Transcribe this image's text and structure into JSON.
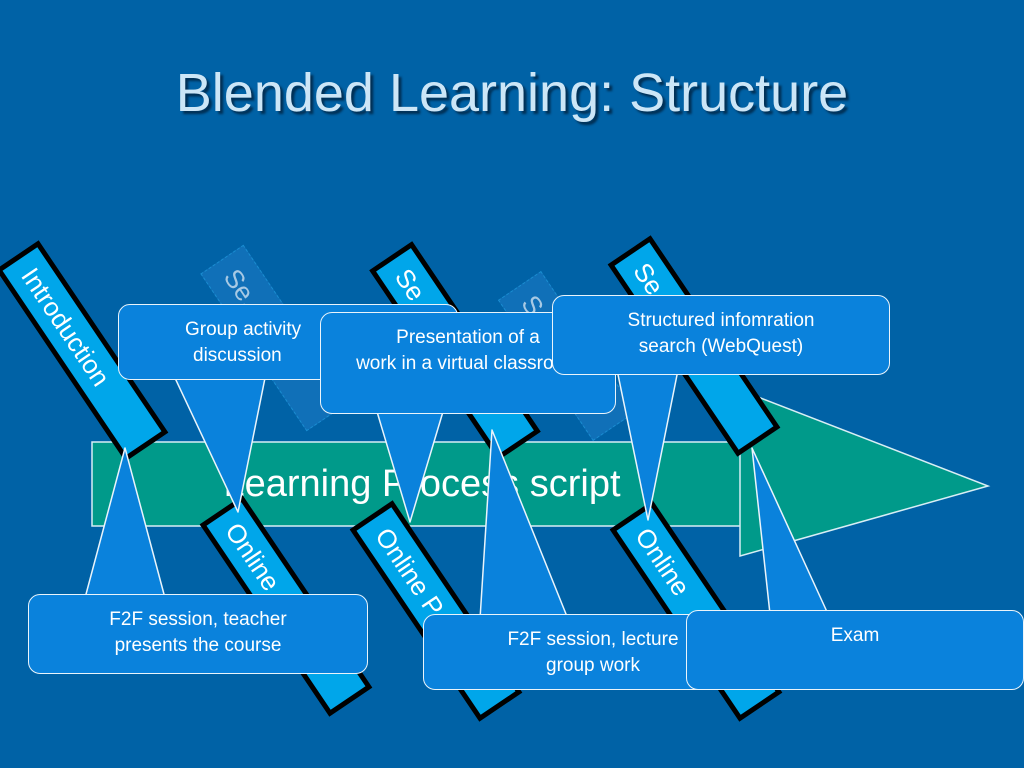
{
  "title": "Blended Learning: Structure",
  "process_label": "Learning Process script",
  "stages_top": [
    {
      "id": "introduction",
      "label": "Introduction"
    },
    {
      "id": "session-1-faint",
      "label": "Se...y"
    },
    {
      "id": "session-2",
      "label": "Se"
    },
    {
      "id": "session-3-faint",
      "label": "S"
    },
    {
      "id": "session-4",
      "label": "Se... 2"
    }
  ],
  "stages_bottom": [
    {
      "id": "online-1",
      "label": "Online"
    },
    {
      "id": "online-2",
      "label": "Online P"
    },
    {
      "id": "online-3",
      "label": "Online"
    }
  ],
  "callouts": {
    "group": "Group activity\ndiscussion",
    "presentation": "Presentation of a\nwork in a virtual classroom",
    "structured": "Structured infomration\nsearch (WebQuest)",
    "f2f_teacher": "F2F session, teacher\npresents the course",
    "f2f_lecture": "F2F session, lecture\ngroup work",
    "exam": "Exam"
  },
  "colors": {
    "background": "#0062a6",
    "process": "#009a8a",
    "stage": "#00a6ea",
    "callout": "#0a82dc"
  }
}
